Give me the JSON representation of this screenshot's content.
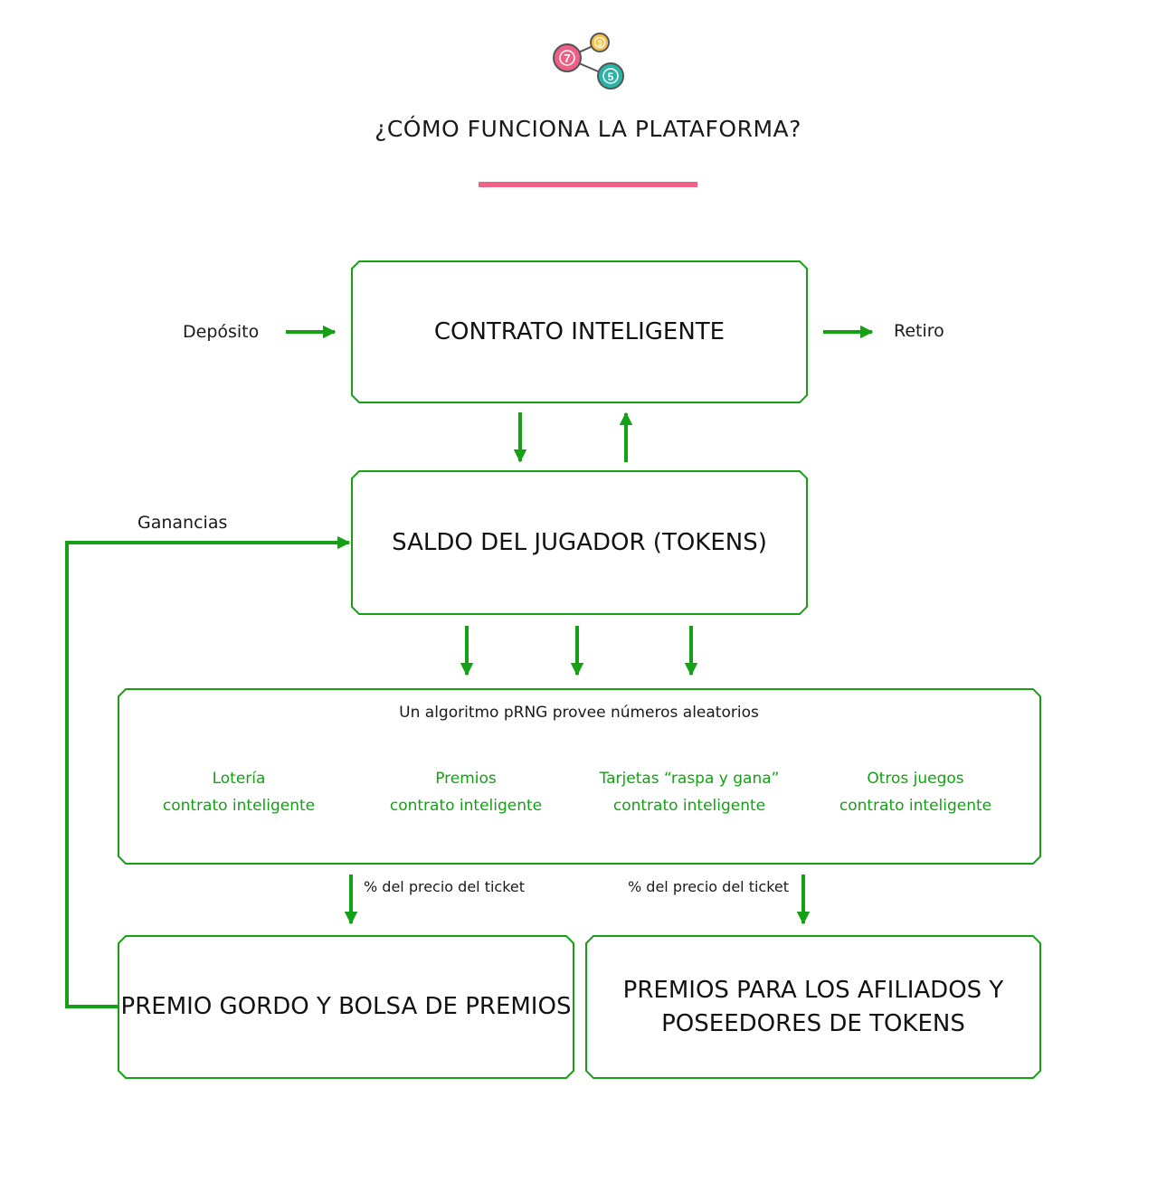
{
  "page": {
    "title": "¿CÓMO FUNCIONA LA PLATAFORMA?",
    "logo_icon": "lottery-balls-icon",
    "logo_balls": [
      "7",
      "3",
      "5"
    ],
    "accent_color": "#ee6386",
    "line_color": "#15a115"
  },
  "nodes": {
    "smart_contract": "CONTRATO INTELIGENTE",
    "player_balance": "SALDO DEL JUGADOR (TOKENS)",
    "algorithm_note": "Un algoritmo pRNG provee números aleatorios",
    "jackpot": "PREMIO GORDO Y BOLSA DE PREMIOS",
    "affiliates_line1": "PREMIOS PARA LOS AFILIADOS Y",
    "affiliates_line2": "POSEEDORES DE TOKENS"
  },
  "games": [
    {
      "name": "Lotería",
      "sub": "contrato inteligente"
    },
    {
      "name": "Premios",
      "sub": "contrato inteligente"
    },
    {
      "name": "Tarjetas “raspa y gana”",
      "sub": "contrato inteligente"
    },
    {
      "name": "Otros juegos",
      "sub": "contrato inteligente"
    }
  ],
  "edges": {
    "deposit": "Depósito",
    "withdraw": "Retiro",
    "winnings": "Ganancias",
    "ticket_share_left": "% del precio del ticket",
    "ticket_share_right": "% del precio del ticket"
  }
}
